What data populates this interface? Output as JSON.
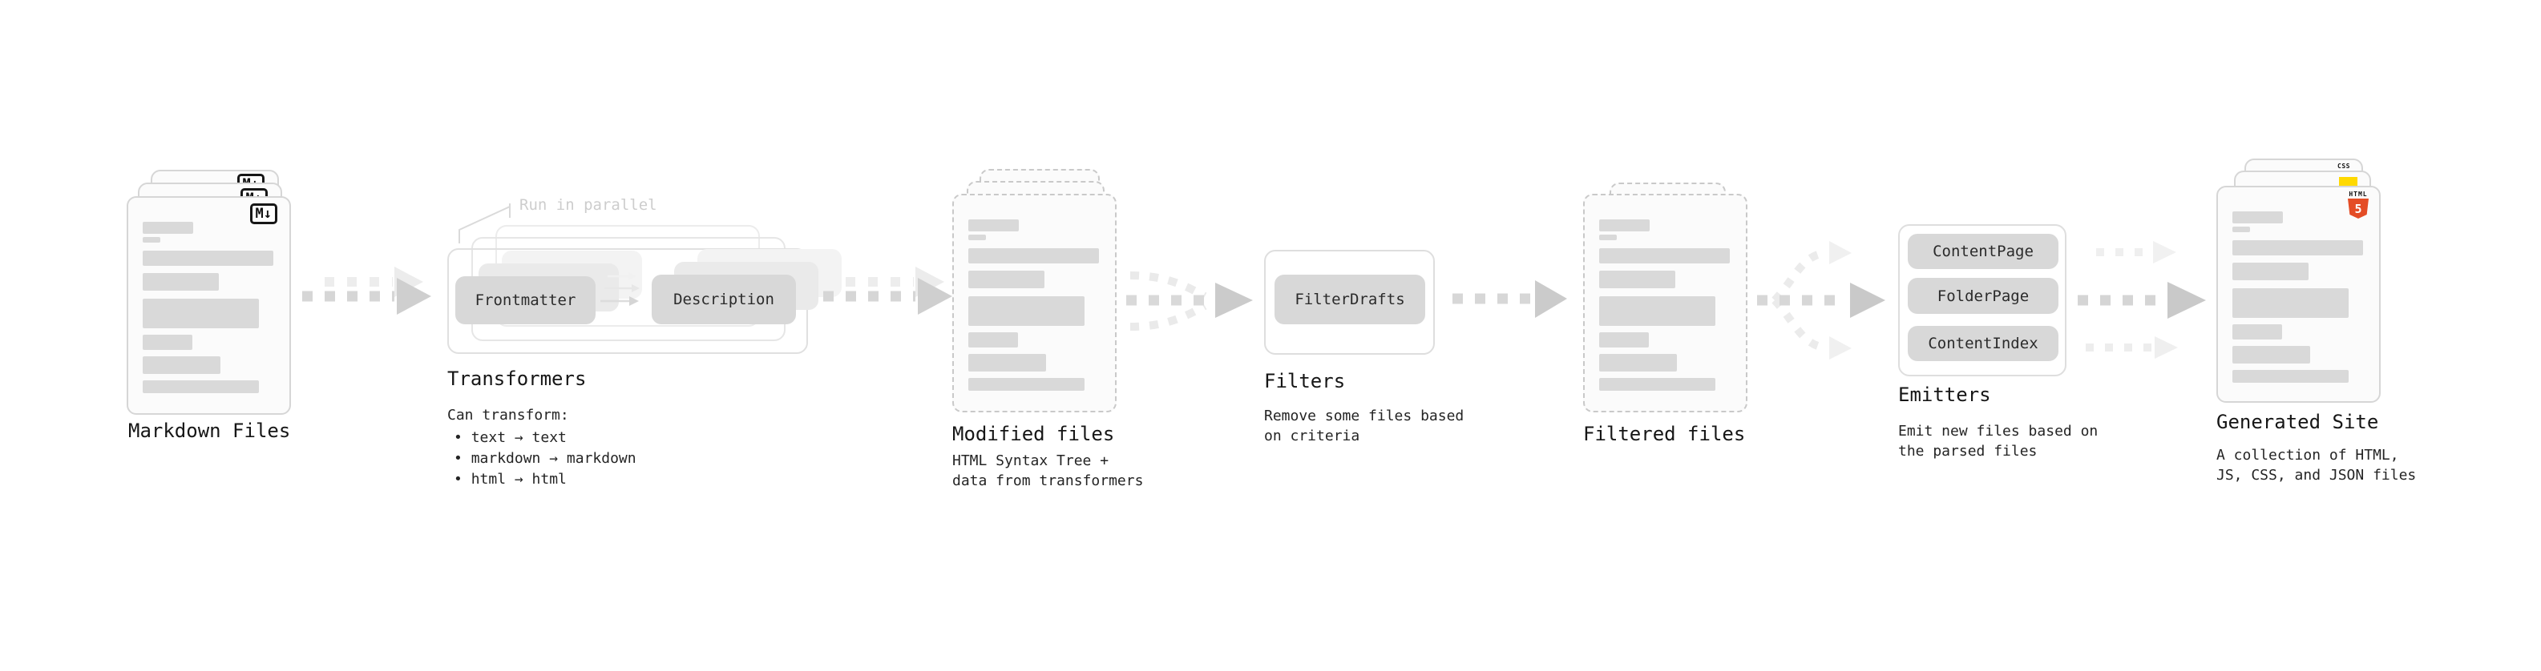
{
  "stages": {
    "markdown": {
      "label": "Markdown Files",
      "badge": "M↓"
    },
    "transformers": {
      "label": "Transformers",
      "note": "Run in parallel",
      "pill_left": "Frontmatter",
      "pill_right": "Description",
      "desc": "Can transform:",
      "bullets": [
        "text → text",
        "markdown → markdown",
        "html → html"
      ]
    },
    "modified": {
      "label": "Modified files",
      "sub_lines": [
        "HTML Syntax Tree +",
        "data from transformers"
      ]
    },
    "filters": {
      "label": "Filters",
      "pill": "FilterDrafts",
      "sub_lines": [
        "Remove some files based",
        "on criteria"
      ]
    },
    "filtered": {
      "label": "Filtered files"
    },
    "emitters": {
      "label": "Emitters",
      "pills": [
        "ContentPage",
        "FolderPage",
        "ContentIndex"
      ],
      "sub_lines": [
        "Emit new files based on",
        "the parsed files"
      ]
    },
    "site": {
      "label": "Generated Site",
      "sub_lines": [
        "A collection of HTML,",
        "JS, CSS, and JSON files"
      ],
      "badge_html_word": "HTML",
      "badge_html_number": "5",
      "badge_css": "CSS"
    }
  },
  "colors": {
    "html5_orange": "#e44d26",
    "js_yellow": "#ffd900",
    "css_blue": "#2f6bf2",
    "card_border": "#d6d6d6",
    "pill_bg": "#d8d8d8",
    "arrow_gray": "#cccccc",
    "note_gray": "#cdcdcd"
  }
}
